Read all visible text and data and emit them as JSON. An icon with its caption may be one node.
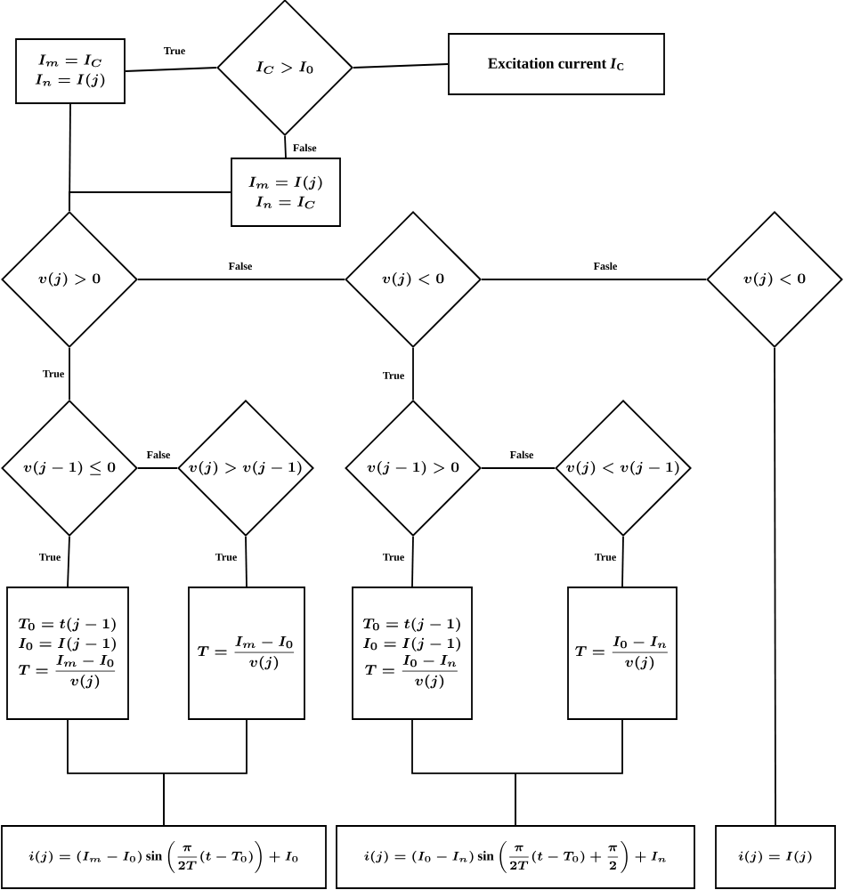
{
  "diagram": {
    "nodes": [
      {
        "text": [
          "I_C > I_0"
        ]
      },
      {
        "text": [
          "I_m = I_C",
          "I_n = I(j)"
        ]
      },
      {
        "text": [
          "Excitation current *I*$_{C}$"
        ]
      },
      {
        "text": [
          "I_m = I(j)",
          "I_n = I_C"
        ]
      },
      {
        "text": [
          "v(j) > 0"
        ]
      },
      {
        "text": [
          "v(j) < 0"
        ]
      },
      {
        "text": [
          "v(j) < 0"
        ]
      },
      {
        "text": [
          "v(j-1) \\le 0"
        ]
      },
      {
        "text": [
          "v(j) > v(j-1)"
        ]
      },
      {
        "text": [
          "v(j-1) > 0"
        ]
      },
      {
        "text": [
          "v(j) < v(j-1)"
        ]
      },
      {
        "text": [
          "T_0 = t(j-1)",
          "I_0 = I(j-1)",
          "T = \\frac{I_m - I_0}{v(j)}"
        ]
      },
      {
        "text": [
          "T = \\frac{I_m - I_0}{v(j)}"
        ]
      },
      {
        "text": [
          "T_0 = t(j-1)",
          "I_0 = I(j-1)",
          "T = \\frac{I_0 - I_n}{v(j)}"
        ]
      },
      {
        "text": [
          "T = \\frac{I_0 - I_n}{v(j)}"
        ]
      },
      {
        "text": [
          "i(j) = (I_m - I_0)\\sin\\left(\\frac{\\pi}{2T}(t-T_0)\\right) + I_0"
        ]
      },
      {
        "text": [
          "i(j) = (I_0 - I_n)\\sin\\left(\\frac{\\pi}{2T}(t-T_0)+\\frac{\\pi}{2}\\right) + I_n"
        ]
      },
      {
        "text": [
          "i(j) = I(j)"
        ]
      }
    ],
    "edges": [
      {
        "from": 0,
        "to": 1,
        "arrow": "none",
        "label": "True"
      },
      {
        "from": 0,
        "to": 2,
        "arrow": "none"
      },
      {
        "from": 0,
        "to": 3,
        "arrow": "none",
        "label": "False"
      },
      {
        "from": 1,
        "to": 4,
        "arrow": "none"
      },
      {
        "from": 3,
        "to": 4,
        "arrow": "none"
      },
      {
        "from": 4,
        "to": 5,
        "arrow": "none",
        "label": "False"
      },
      {
        "from": 5,
        "to": 6,
        "arrow": "none",
        "label": "Fasle"
      },
      {
        "from": 4,
        "to": 7,
        "arrow": "none",
        "label": "True"
      },
      {
        "from": 7,
        "to": 8,
        "arrow": "none",
        "label": "False"
      },
      {
        "from": 5,
        "to": 9,
        "arrow": "none",
        "label": "True"
      },
      {
        "from": 9,
        "to": 10,
        "arrow": "none",
        "label": "False"
      },
      {
        "from": 7,
        "to": 11,
        "arrow": "none",
        "label": "True"
      },
      {
        "from": 8,
        "to": 12,
        "arrow": "none",
        "label": "True"
      },
      {
        "from": 9,
        "to": 13,
        "arrow": "none",
        "label": "True"
      },
      {
        "from": 10,
        "to": 14,
        "arrow": "none",
        "label": "True"
      },
      {
        "from": 11,
        "to": 15,
        "arrow": "none"
      },
      {
        "from": 12,
        "to": 15,
        "arrow": "none"
      },
      {
        "from": 13,
        "to": 16,
        "arrow": "none"
      },
      {
        "from": 14,
        "to": 16,
        "arrow": "none"
      },
      {
        "from": 6,
        "to": 17,
        "arrow": "none"
      }
    ]
  }
}
